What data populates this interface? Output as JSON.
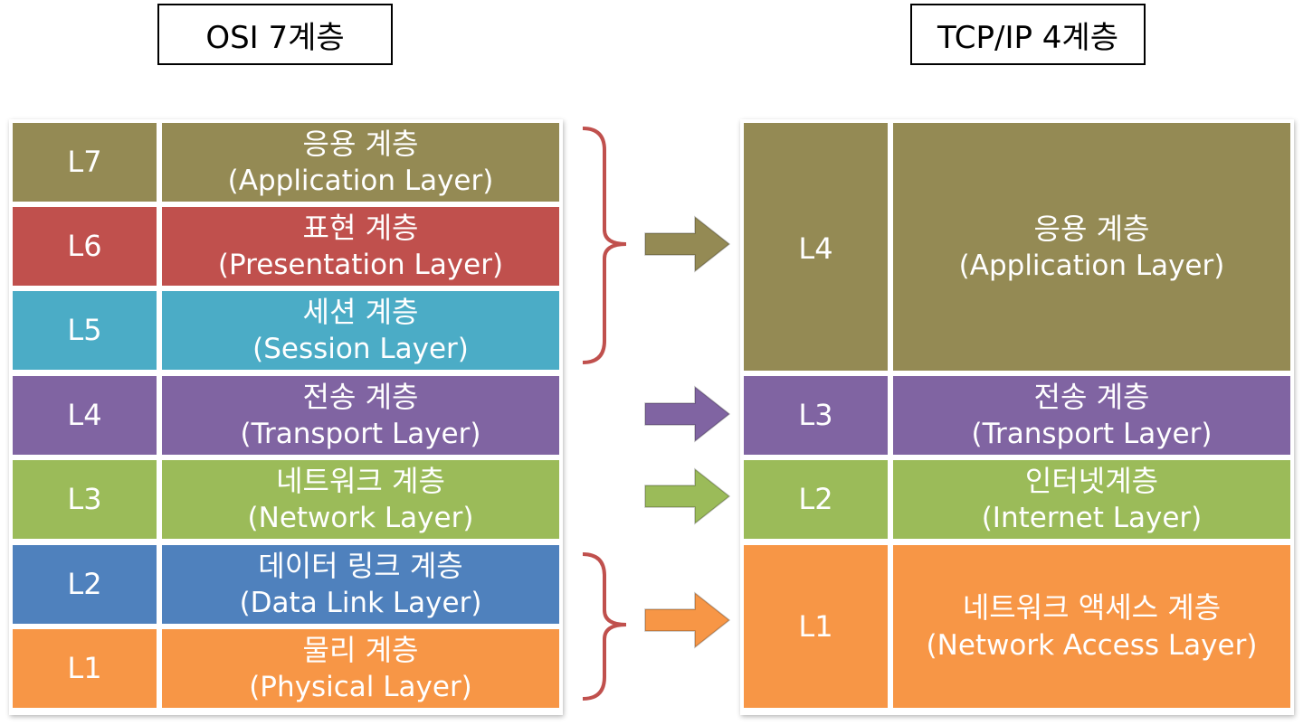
{
  "titles": {
    "osi": "OSI 7계층",
    "tcpip": "TCP/IP 4계층"
  },
  "colors": {
    "olive": "#948A54",
    "red": "#C0504D",
    "cyan": "#4BACC6",
    "purple": "#8064A2",
    "green": "#9BBB59",
    "blue": "#4F81BD",
    "orange": "#F79646",
    "bracket": "#C0504D"
  },
  "osi_layers": [
    {
      "level": "L7",
      "ko": "응용 계층",
      "en": "(Application Layer)",
      "color": "#948A54"
    },
    {
      "level": "L6",
      "ko": "표현 계층",
      "en": "(Presentation Layer)",
      "color": "#C0504D"
    },
    {
      "level": "L5",
      "ko": "세션 계층",
      "en": "(Session Layer)",
      "color": "#4BACC6"
    },
    {
      "level": "L4",
      "ko": "전송 계층",
      "en": "(Transport Layer)",
      "color": "#8064A2"
    },
    {
      "level": "L3",
      "ko": "네트워크 계층",
      "en": "(Network Layer)",
      "color": "#9BBB59"
    },
    {
      "level": "L2",
      "ko": "데이터 링크 계층",
      "en": "(Data Link Layer)",
      "color": "#4F81BD"
    },
    {
      "level": "L1",
      "ko": "물리 계층",
      "en": "(Physical Layer)",
      "color": "#F79646"
    }
  ],
  "tcpip_layers": [
    {
      "level": "L4",
      "ko": "응용 계층",
      "en": "(Application Layer)",
      "color": "#948A54"
    },
    {
      "level": "L3",
      "ko": "전송 계층",
      "en": "(Transport Layer)",
      "color": "#8064A2"
    },
    {
      "level": "L2",
      "ko": "인터넷계층",
      "en": "(Internet Layer)",
      "color": "#9BBB59"
    },
    {
      "level": "L1",
      "ko": "네트워크 액세스 계층",
      "en": "(Network Access Layer)",
      "color": "#F79646"
    }
  ],
  "arrows": [
    {
      "color": "#948A54"
    },
    {
      "color": "#8064A2"
    },
    {
      "color": "#9BBB59"
    },
    {
      "color": "#F79646"
    }
  ]
}
